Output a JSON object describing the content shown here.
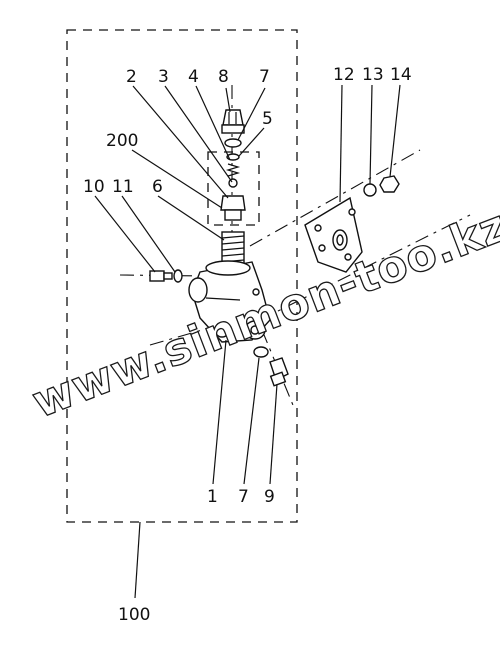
{
  "diagram": {
    "part_labels": [
      {
        "id": "lbl-2",
        "text": "2"
      },
      {
        "id": "lbl-3",
        "text": "3"
      },
      {
        "id": "lbl-4",
        "text": "4"
      },
      {
        "id": "lbl-8",
        "text": "8"
      },
      {
        "id": "lbl-7a",
        "text": "7"
      },
      {
        "id": "lbl-5",
        "text": "5"
      },
      {
        "id": "lbl-200",
        "text": "200"
      },
      {
        "id": "lbl-10",
        "text": "10"
      },
      {
        "id": "lbl-11",
        "text": "11"
      },
      {
        "id": "lbl-6",
        "text": "6"
      },
      {
        "id": "lbl-12",
        "text": "12"
      },
      {
        "id": "lbl-13",
        "text": "13"
      },
      {
        "id": "lbl-14",
        "text": "14"
      },
      {
        "id": "lbl-1",
        "text": "1"
      },
      {
        "id": "lbl-7b",
        "text": "7"
      },
      {
        "id": "lbl-9",
        "text": "9"
      },
      {
        "id": "lbl-100",
        "text": "100"
      }
    ],
    "watermark": "www.sinmon-too.kz"
  }
}
